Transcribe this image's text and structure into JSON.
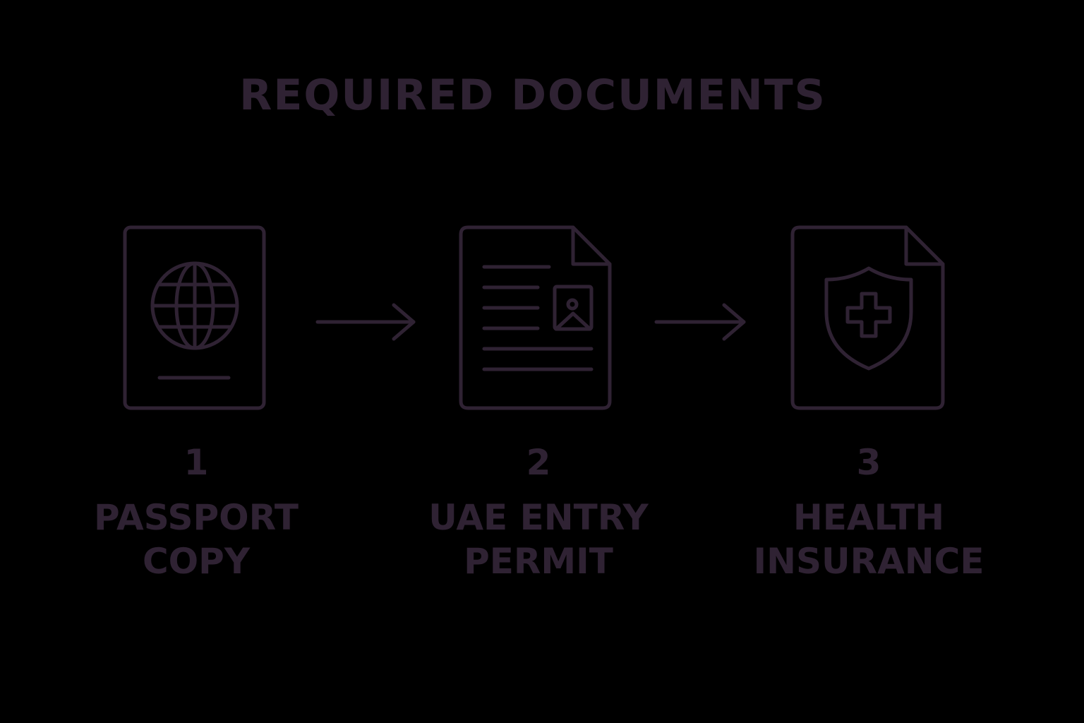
{
  "title": "REQUIRED DOCUMENTS",
  "colors": {
    "background": "#000000",
    "foreground": "#2f2233"
  },
  "steps": [
    {
      "number": "1",
      "label_line1": "PASSPORT",
      "label_line2": "COPY",
      "icon": "passport-globe-icon"
    },
    {
      "number": "2",
      "label_line1": "UAE ENTRY",
      "label_line2": "PERMIT",
      "icon": "permit-document-icon"
    },
    {
      "number": "3",
      "label_line1": "HEALTH",
      "label_line2": "INSURANCE",
      "icon": "insurance-shield-icon"
    }
  ],
  "connectors": [
    "arrow-right-icon",
    "arrow-right-icon"
  ]
}
